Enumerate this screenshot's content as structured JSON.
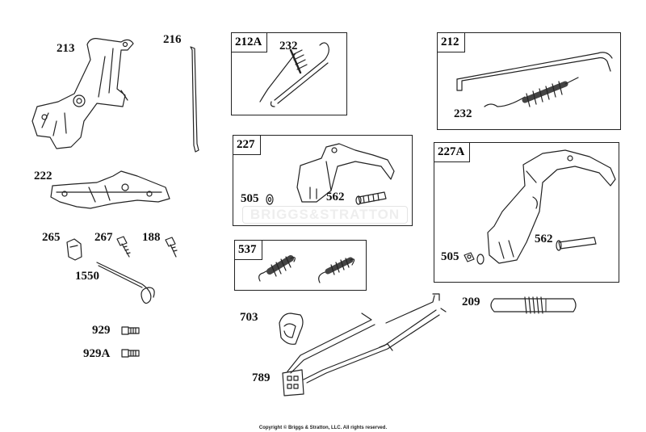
{
  "parts": {
    "p213": "213",
    "p216": "216",
    "p222": "222",
    "p265": "265",
    "p267": "267",
    "p188": "188",
    "p1550": "1550",
    "p929": "929",
    "p929A": "929A",
    "p703": "703",
    "p789": "789",
    "p209": "209"
  },
  "boxes": {
    "b212A": {
      "tag": "212A",
      "p232": "232"
    },
    "b212": {
      "tag": "212",
      "p232": "232"
    },
    "b227": {
      "tag": "227",
      "p505": "505",
      "p562": "562"
    },
    "b227A": {
      "tag": "227A",
      "p505": "505",
      "p562": "562"
    },
    "b537": {
      "tag": "537"
    }
  },
  "watermark": "BRIGGS&STRATTON",
  "copyright": "Copyright © Briggs & Stratton, LLC. All rights reserved."
}
